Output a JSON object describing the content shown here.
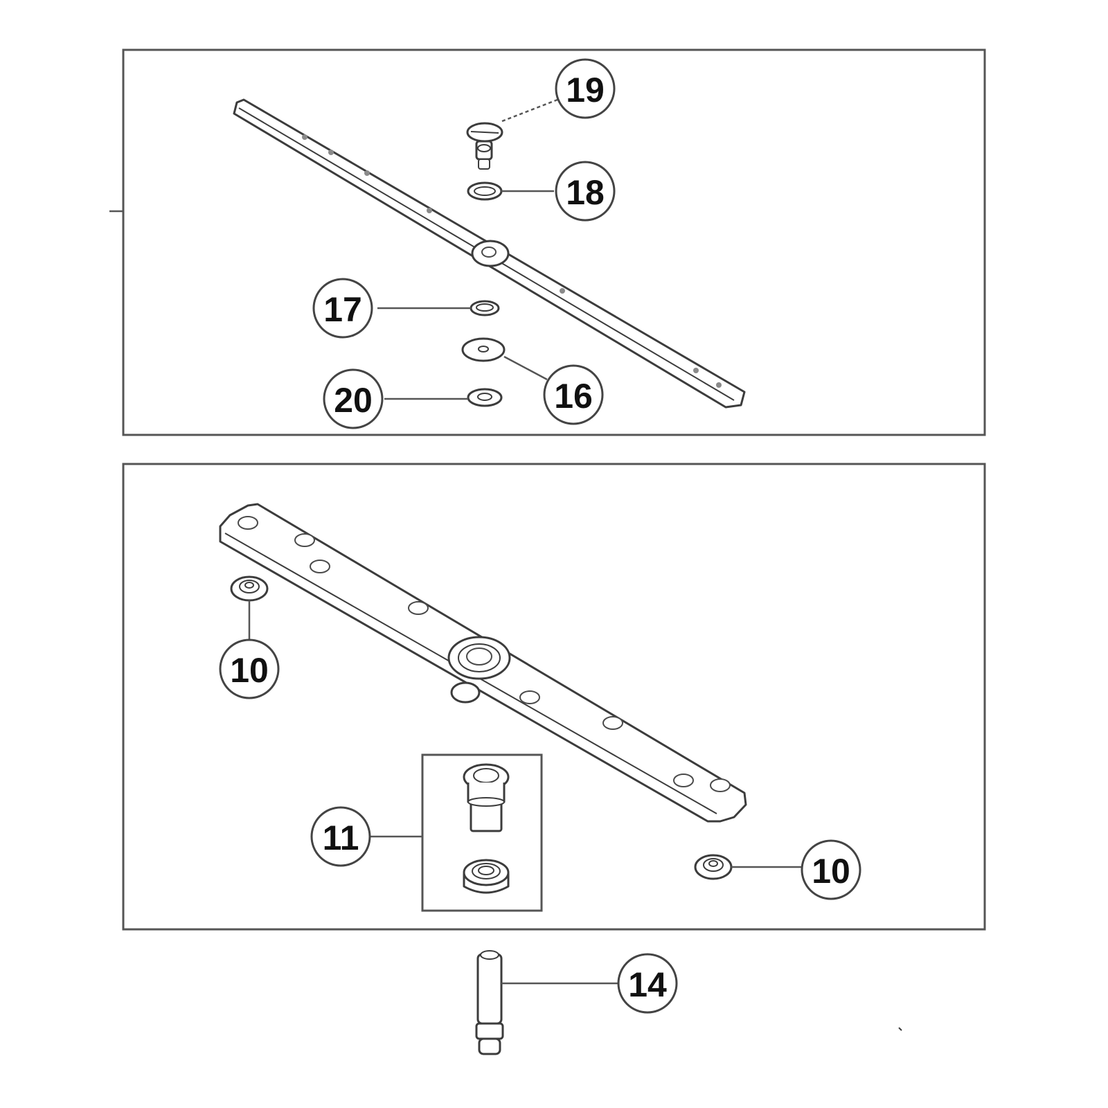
{
  "diagram": {
    "callouts": {
      "c19": "19",
      "c18": "18",
      "c17": "17",
      "c16": "16",
      "c20": "20",
      "c10_left": "10",
      "c10_right": "10",
      "c11": "11",
      "c14": "14"
    }
  }
}
